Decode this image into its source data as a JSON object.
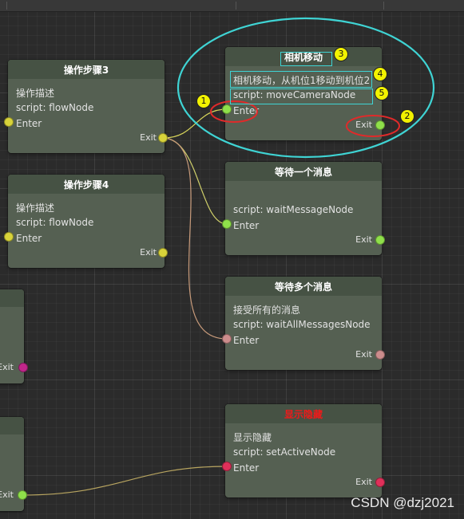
{
  "nodes": {
    "step3": {
      "title": "操作步骤3",
      "description": "操作描述",
      "script": "script:  flowNode",
      "enter": "Enter",
      "exit": "Exit"
    },
    "step4": {
      "title": "操作步骤4",
      "description": "操作描述",
      "script": "script:  flowNode",
      "enter": "Enter",
      "exit": "Exit"
    },
    "camera": {
      "title": "相机移动",
      "description": "相机移动，从机位1移动到机位2",
      "script": "script:  moveCameraNode",
      "enter": "Enter",
      "exit": "Exit"
    },
    "wait_one": {
      "title": "等待一个消息",
      "script": "script:  waitMessageNode",
      "enter": "Enter",
      "exit": "Exit"
    },
    "wait_many": {
      "title": "等待多个消息",
      "description": "接受所有的消息",
      "script": "script:  waitAllMessagesNode",
      "enter": "Enter",
      "exit": "Exit"
    },
    "show_hide": {
      "title": "显示隐藏",
      "description": "显示隐藏",
      "script": "script:  setActiveNode",
      "enter": "Enter",
      "exit": "Exit"
    },
    "left_mid": {
      "exit": "Exit"
    },
    "left_bottom": {
      "exit": "Exit"
    }
  },
  "badges": [
    "1",
    "2",
    "3",
    "4",
    "5"
  ],
  "watermark": "CSDN @dzj2021",
  "colors": {
    "port_yellow": "#d8d33a",
    "port_green": "#8fe04a",
    "port_pink": "#cc8c8c",
    "port_magenta": "#c0268a",
    "port_red": "#e0305a",
    "title_red": "#ee1a1a",
    "highlight_cyan": "#3fd4d4",
    "annotation_red": "#e02a2a",
    "badge_yellow": "#f2f200"
  }
}
